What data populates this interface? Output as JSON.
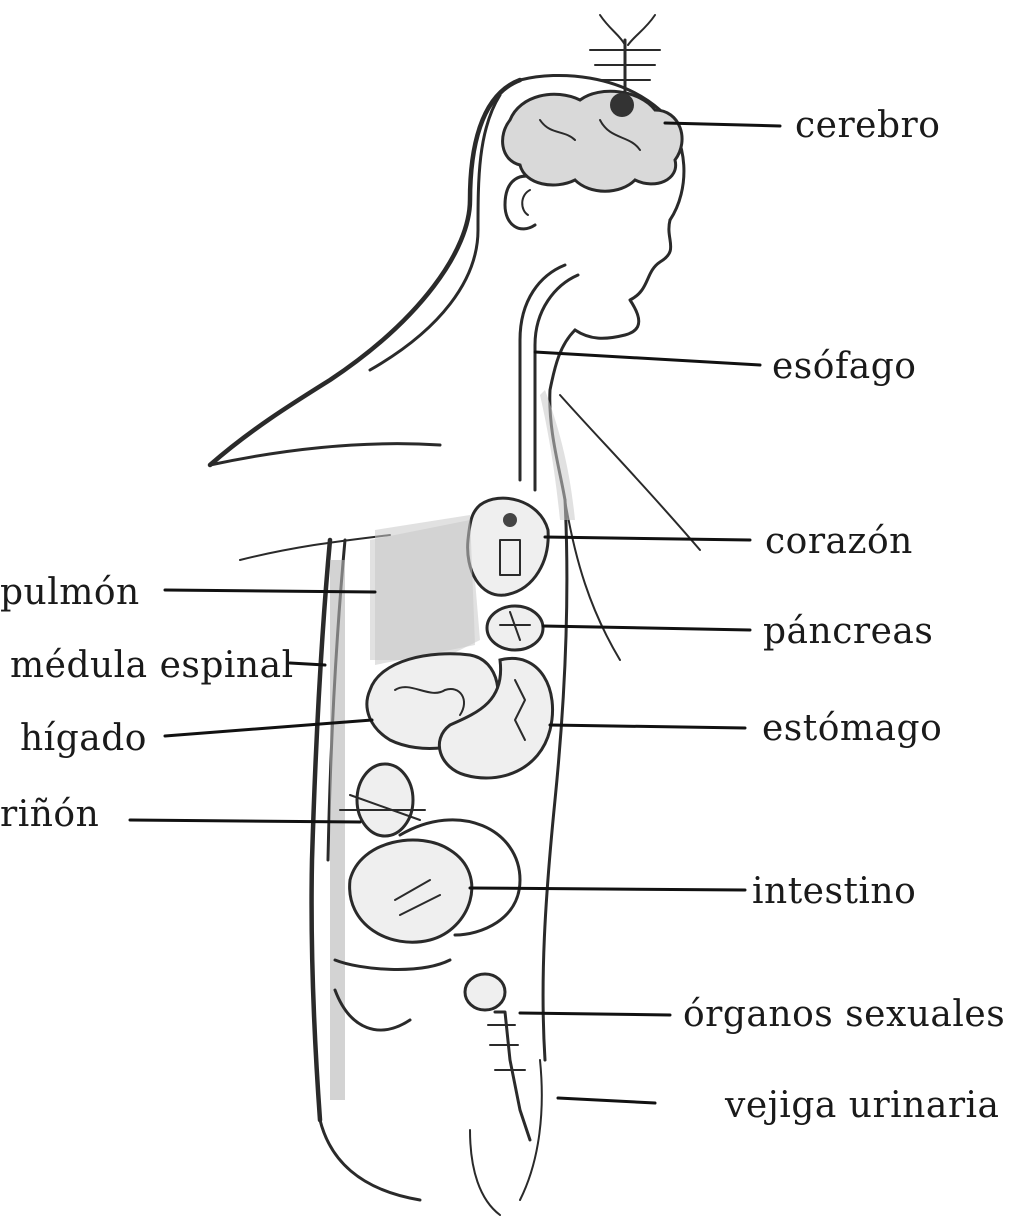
{
  "diagram": {
    "labels": {
      "cerebro": "cerebro",
      "esofago": "esófago",
      "corazon": "corazón",
      "pulmon": "pulmón",
      "pancreas": "páncreas",
      "medula": "médula espinal",
      "estomago": "estómago",
      "higado": "hígado",
      "rinon": "riñón",
      "intestino": "intestino",
      "organos_sexuales": "órganos sexuales",
      "vejiga": "vejiga urinaria"
    }
  }
}
